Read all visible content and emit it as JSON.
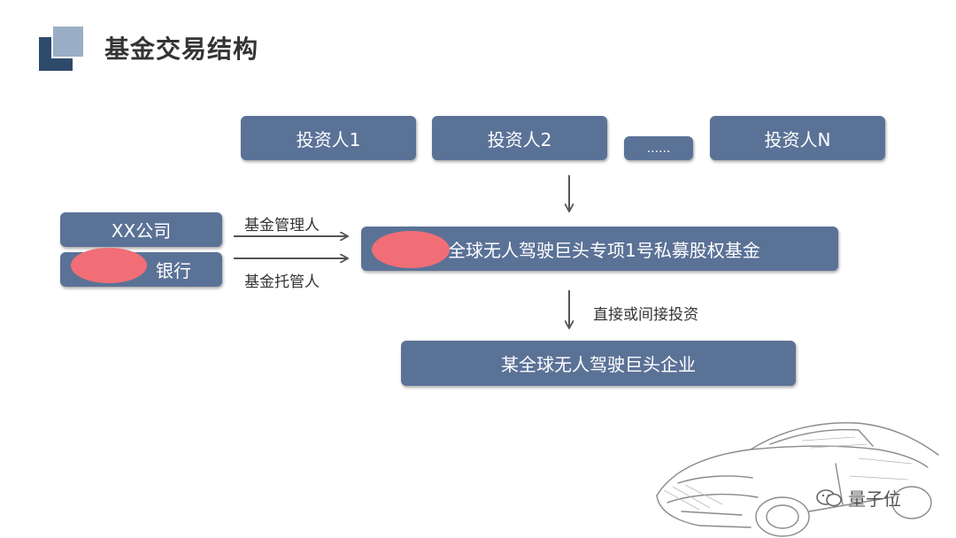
{
  "header": {
    "title": "基金交易结构"
  },
  "investors": [
    "投资人1",
    "投资人2",
    "......",
    "投资人N"
  ],
  "left_entities": {
    "company": "XX公司",
    "bank": "银行"
  },
  "relations": {
    "manager": "基金管理人",
    "custodian": "基金托管人",
    "investment": "直接或间接投资"
  },
  "fund": {
    "name": "全球无人驾驶巨头专项1号私募股权基金"
  },
  "target": {
    "name": "某全球无人驾驶巨头企业"
  },
  "watermark": {
    "text": "量子位",
    "icon": "wechat-icon"
  },
  "colors": {
    "box": "#5b7297",
    "redaction": "#f26e76",
    "logo_dark": "#2e4a6b",
    "logo_light": "#9aaec6"
  }
}
